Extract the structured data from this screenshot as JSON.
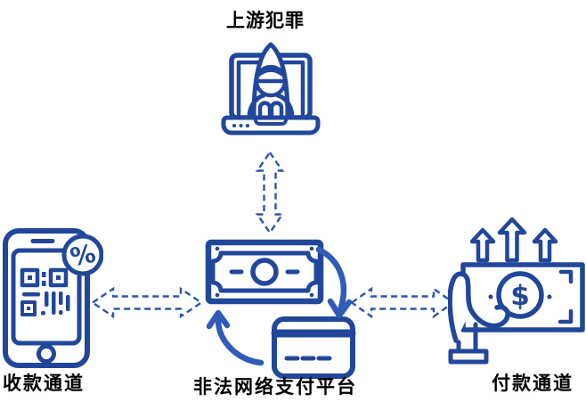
{
  "diagram": {
    "type": "flow-diagram",
    "background": "#FFFFFF",
    "nodes": {
      "top": {
        "label": "上游犯罪",
        "icon": "hacker-laptop-icon",
        "description": "hooded hacker figure emerging from laptop screen"
      },
      "left": {
        "label": "收款通道",
        "icon": "phone-qr-percent-icon",
        "description": "smartphone showing QR code with percent badge"
      },
      "center": {
        "label": "非法网络支付平台",
        "icon": "money-card-cycle-icon",
        "description": "banknote and credit card with circular exchange arrows"
      },
      "right": {
        "label": "付款通道",
        "icon": "hand-money-arrows-icon",
        "description": "hand holding dollar banknote with three up arrows"
      }
    },
    "connections": [
      {
        "from": "top",
        "to": "center",
        "style": "dashed-outline-double-arrow",
        "direction": "vertical",
        "bidirectional": true
      },
      {
        "from": "left",
        "to": "center",
        "style": "dashed-outline-double-arrow",
        "direction": "horizontal",
        "bidirectional": true
      },
      {
        "from": "center",
        "to": "right",
        "style": "dashed-outline-double-arrow",
        "direction": "horizontal",
        "bidirectional": true
      }
    ],
    "symbols": {
      "percent": "%",
      "dollar": "$"
    },
    "colors": {
      "icon_primary": "#21479B",
      "cycle_arrow": "#2F5CB8",
      "connector_dash": "#2C55A9",
      "label_text": "#000000",
      "background": "#FFFFFF"
    }
  }
}
